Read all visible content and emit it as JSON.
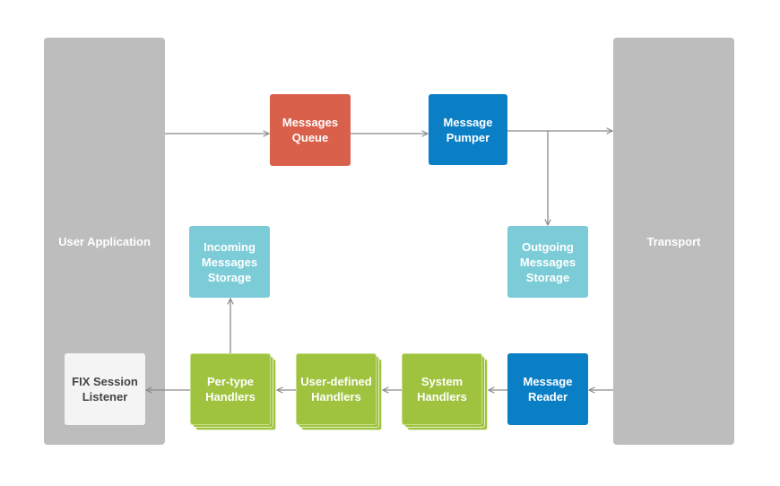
{
  "diagram": {
    "user_application": "User Application",
    "transport": "Transport",
    "messages_queue": "Messages\nQueue",
    "message_pumper": "Message\nPumper",
    "outgoing_storage": "Outgoing\nMessages\nStorage",
    "incoming_storage": "Incoming\nMessages\nStorage",
    "message_reader": "Message\nReader",
    "system_handlers": "System\nHandlers",
    "user_defined_handlers": "User-defined\nHandlers",
    "per_type_handlers": "Per-type\nHandlers",
    "fix_session_listener": "FIX Session\nListener"
  },
  "colors": {
    "panel": "#bdbdbd",
    "queue": "#d9604a",
    "pumper_reader": "#0a7fc6",
    "storage": "#7cccd8",
    "handlers": "#9fc33f",
    "listener": "#f4f4f4",
    "arrow": "#8a8a8a"
  }
}
